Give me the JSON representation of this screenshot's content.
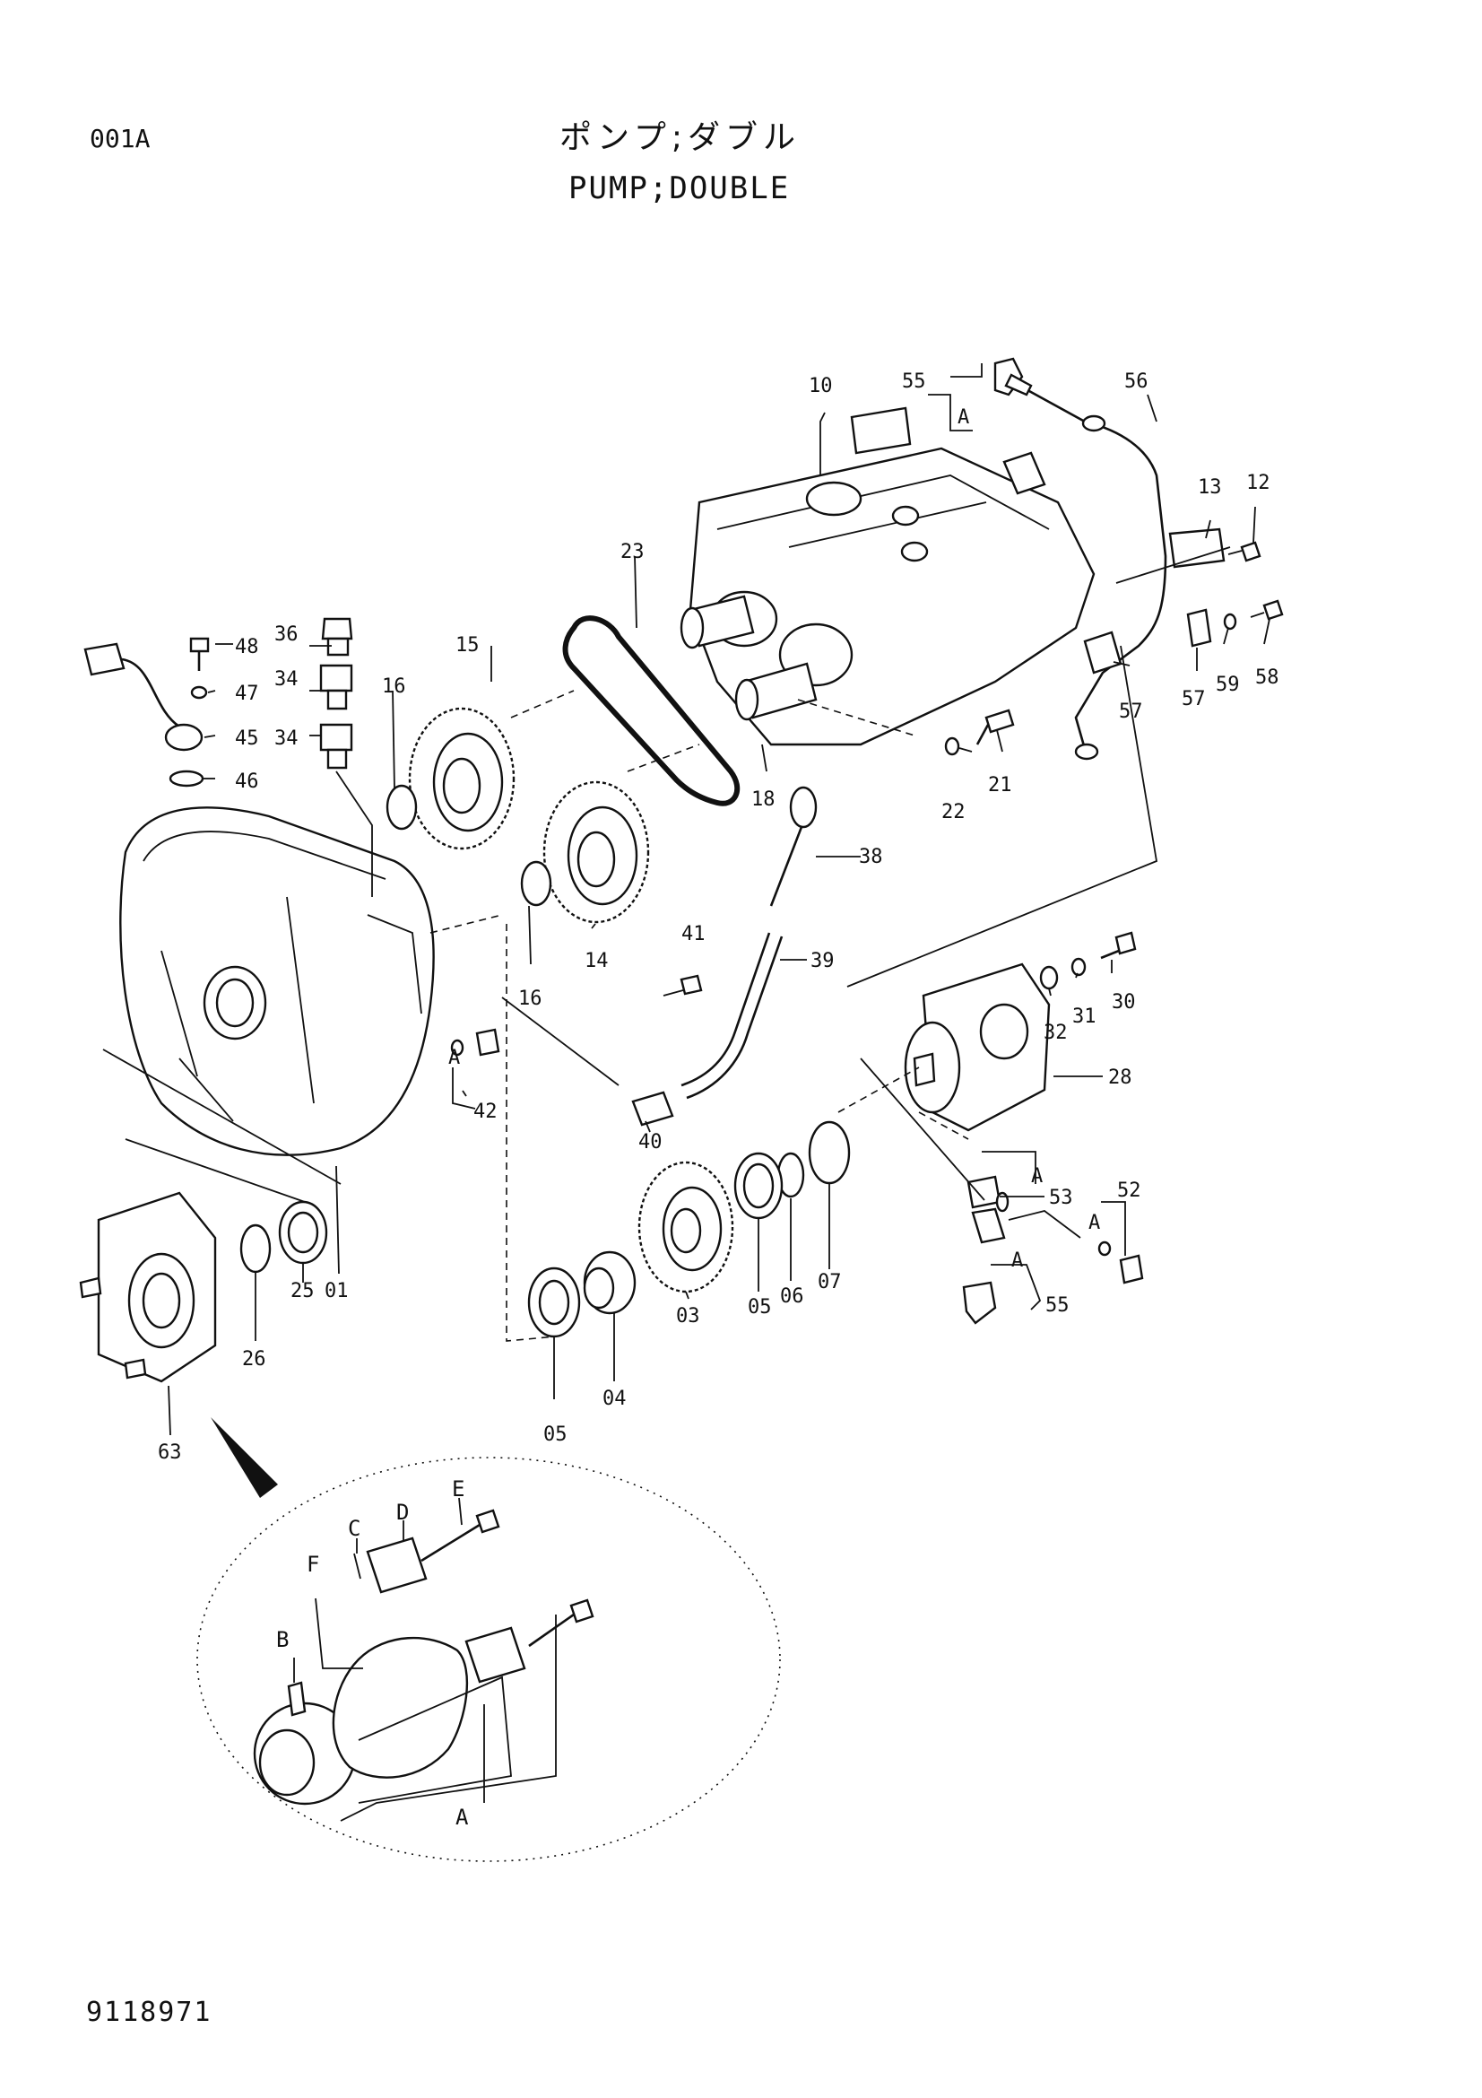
{
  "header": {
    "page_code": "001A",
    "title_jp": "ポンプ;ダブル",
    "title_en": "PUMP;DOUBLE"
  },
  "footer": {
    "drawing_number": "9118971"
  },
  "callouts": [
    {
      "id": "c55a",
      "label": "55"
    },
    {
      "id": "c56",
      "label": "56"
    },
    {
      "id": "c10",
      "label": "10"
    },
    {
      "id": "cA1",
      "label": "A"
    },
    {
      "id": "c13",
      "label": "13"
    },
    {
      "id": "c12",
      "label": "12"
    },
    {
      "id": "c23",
      "label": "23"
    },
    {
      "id": "c36",
      "label": "36"
    },
    {
      "id": "c48",
      "label": "48"
    },
    {
      "id": "c15",
      "label": "15"
    },
    {
      "id": "c34a",
      "label": "34"
    },
    {
      "id": "c47",
      "label": "47"
    },
    {
      "id": "c16a",
      "label": "16"
    },
    {
      "id": "c34b",
      "label": "34"
    },
    {
      "id": "c45",
      "label": "45"
    },
    {
      "id": "c46",
      "label": "46"
    },
    {
      "id": "c59",
      "label": "59"
    },
    {
      "id": "c58",
      "label": "58"
    },
    {
      "id": "c57a",
      "label": "57"
    },
    {
      "id": "c57b",
      "label": "57"
    },
    {
      "id": "c21",
      "label": "21"
    },
    {
      "id": "c22",
      "label": "22"
    },
    {
      "id": "c18",
      "label": "18"
    },
    {
      "id": "c38",
      "label": "38"
    },
    {
      "id": "c14",
      "label": "14"
    },
    {
      "id": "c41",
      "label": "41"
    },
    {
      "id": "c39",
      "label": "39"
    },
    {
      "id": "c16b",
      "label": "16"
    },
    {
      "id": "c30",
      "label": "30"
    },
    {
      "id": "c31",
      "label": "31"
    },
    {
      "id": "c32",
      "label": "32"
    },
    {
      "id": "c28",
      "label": "28"
    },
    {
      "id": "cA2",
      "label": "A"
    },
    {
      "id": "c42",
      "label": "42"
    },
    {
      "id": "c40",
      "label": "40"
    },
    {
      "id": "cA3",
      "label": "A"
    },
    {
      "id": "c53",
      "label": "53"
    },
    {
      "id": "c52",
      "label": "52"
    },
    {
      "id": "cA4",
      "label": "A"
    },
    {
      "id": "cA5",
      "label": "A"
    },
    {
      "id": "c55b",
      "label": "55"
    },
    {
      "id": "c07",
      "label": "07"
    },
    {
      "id": "c06",
      "label": "06"
    },
    {
      "id": "c05a",
      "label": "05"
    },
    {
      "id": "c03",
      "label": "03"
    },
    {
      "id": "c04",
      "label": "04"
    },
    {
      "id": "c05b",
      "label": "05"
    },
    {
      "id": "c01",
      "label": "01"
    },
    {
      "id": "c25",
      "label": "25"
    },
    {
      "id": "c26",
      "label": "26"
    },
    {
      "id": "c63",
      "label": "63"
    },
    {
      "id": "cE",
      "label": "E"
    },
    {
      "id": "cD",
      "label": "D"
    },
    {
      "id": "cC",
      "label": "C"
    },
    {
      "id": "cF",
      "label": "F"
    },
    {
      "id": "cB",
      "label": "B"
    },
    {
      "id": "cA6",
      "label": "A"
    }
  ]
}
